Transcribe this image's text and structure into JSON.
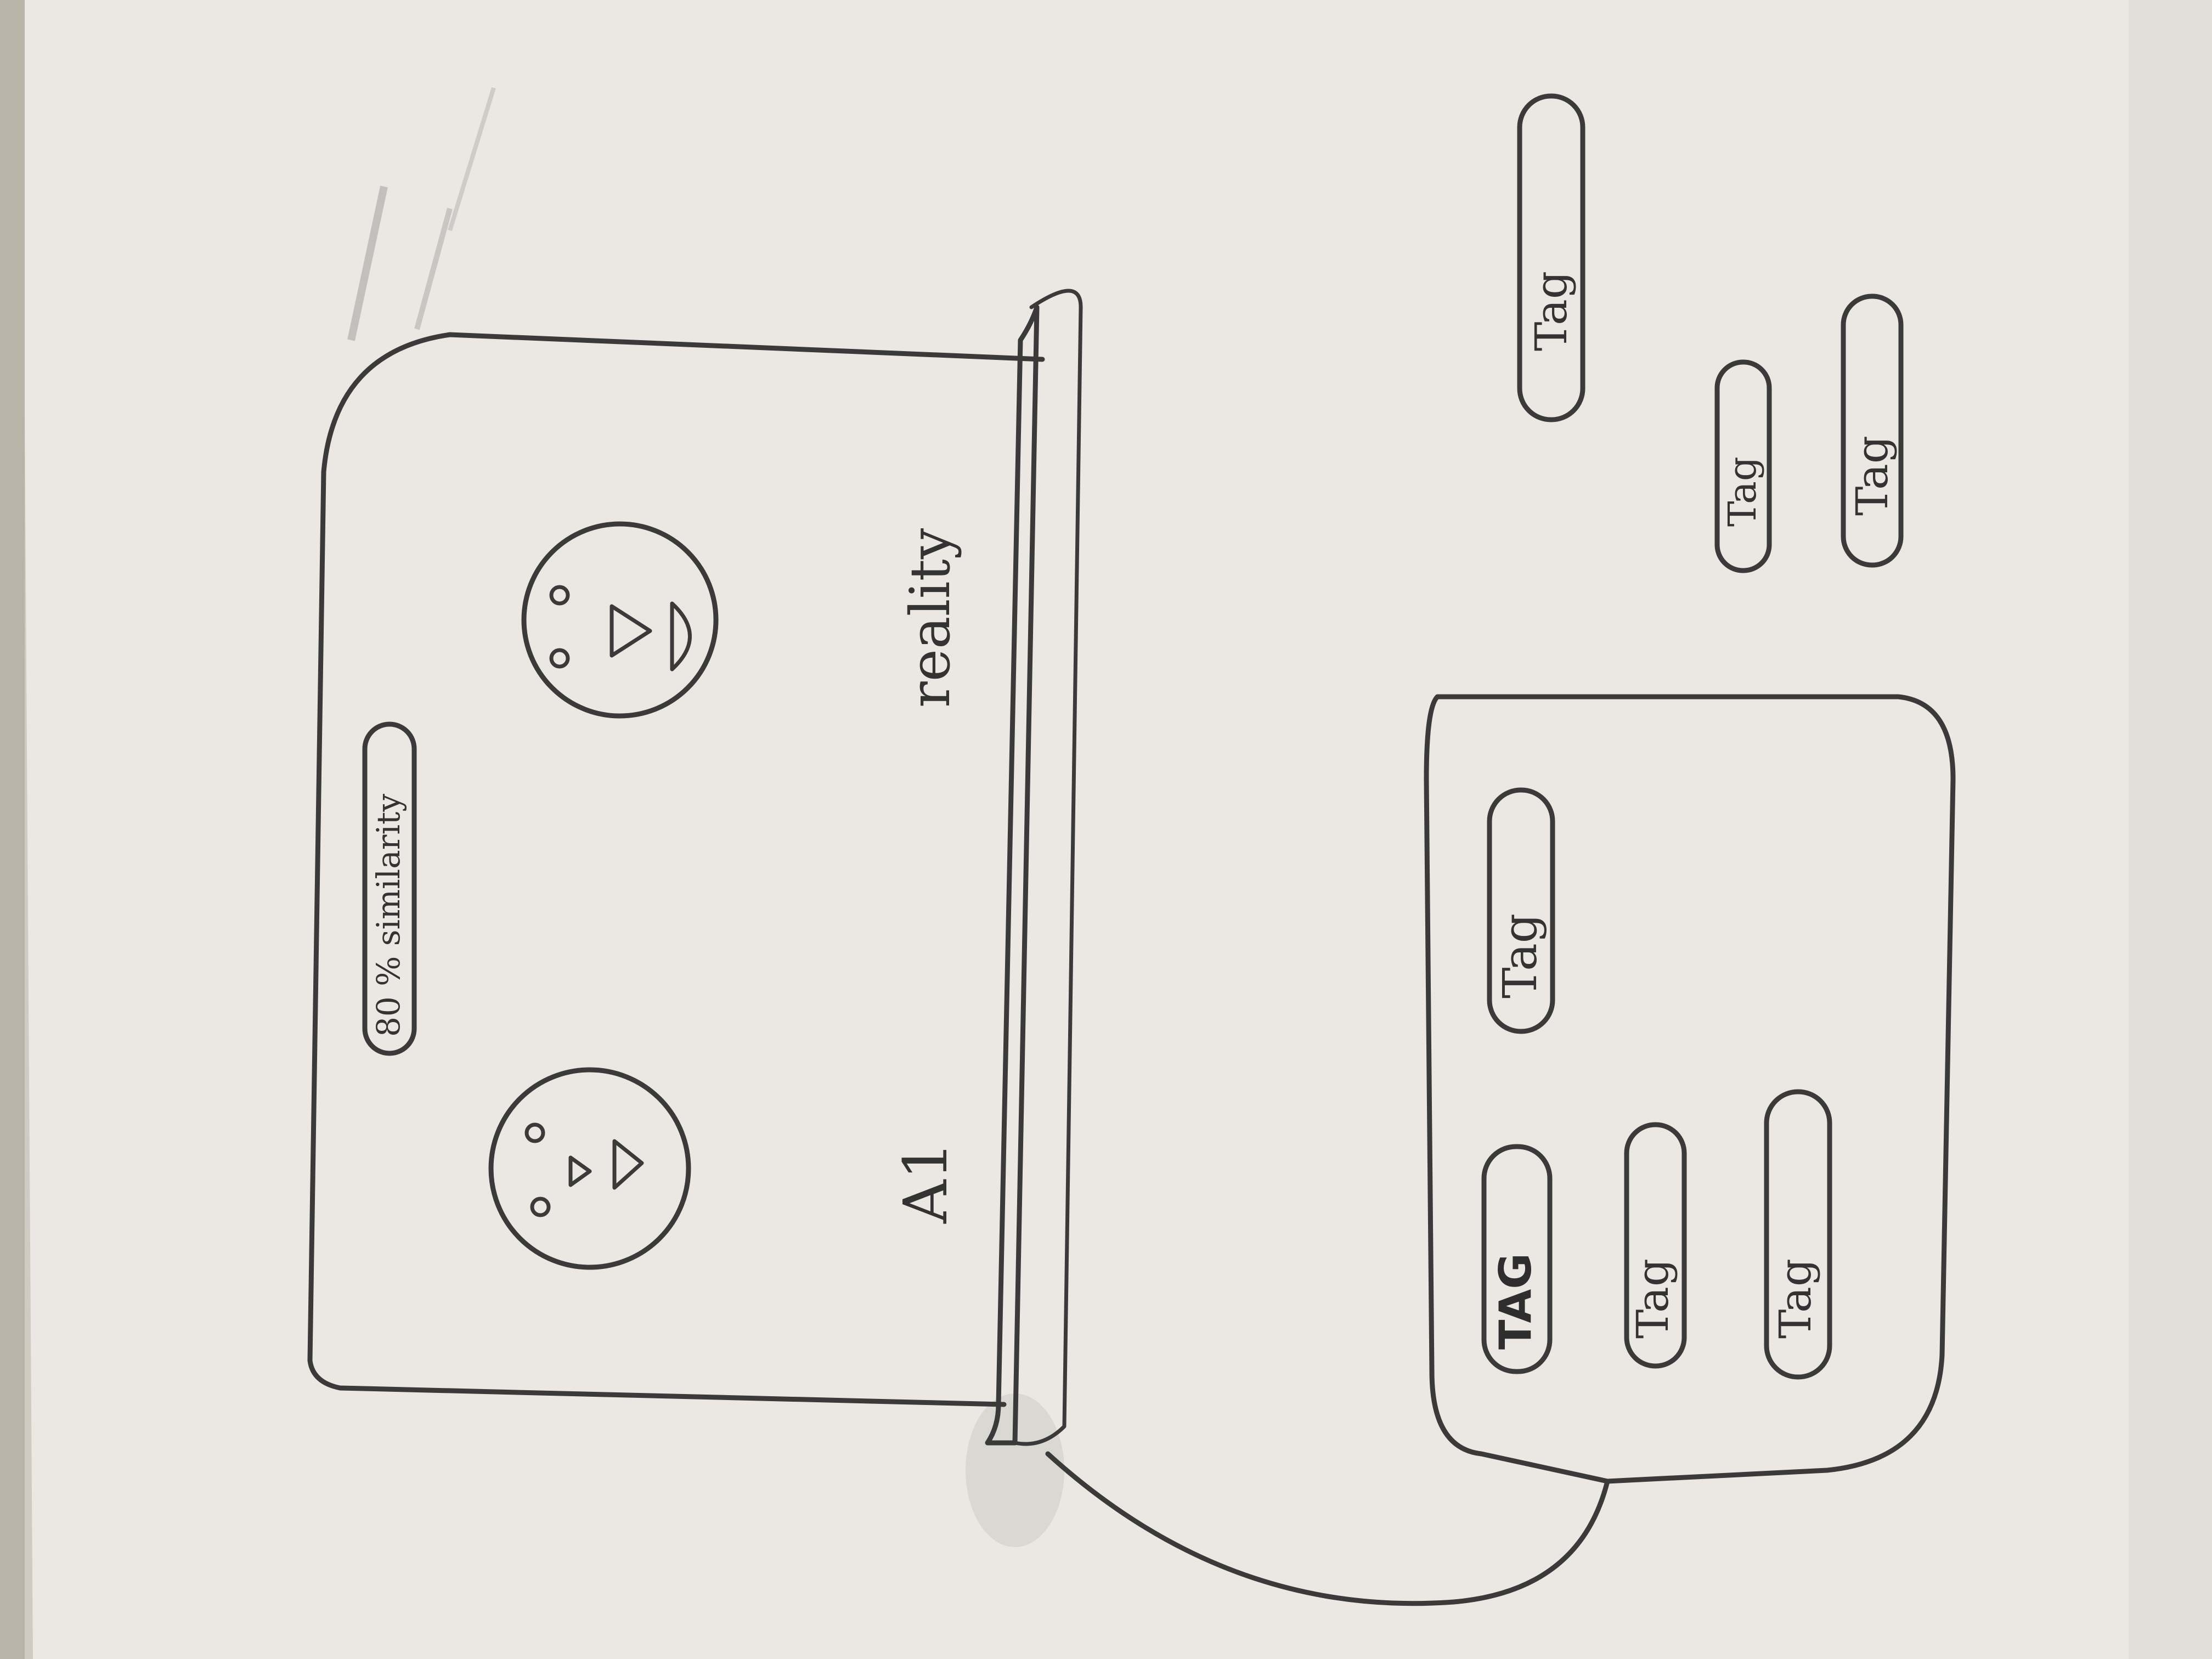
{
  "paper": {
    "color": "#ebe8e3",
    "edge_color": "#b9b3a8",
    "ink_color": "#3a3a3a"
  },
  "card": {
    "percent_badge": "80 % similarity",
    "label_a1": "A1",
    "label_reality": "reality"
  },
  "loose_tags": [
    "Tag",
    "Tag",
    "Tag"
  ],
  "bubble_tags": [
    "Tag",
    "TAG",
    "Tag",
    "Tag"
  ]
}
